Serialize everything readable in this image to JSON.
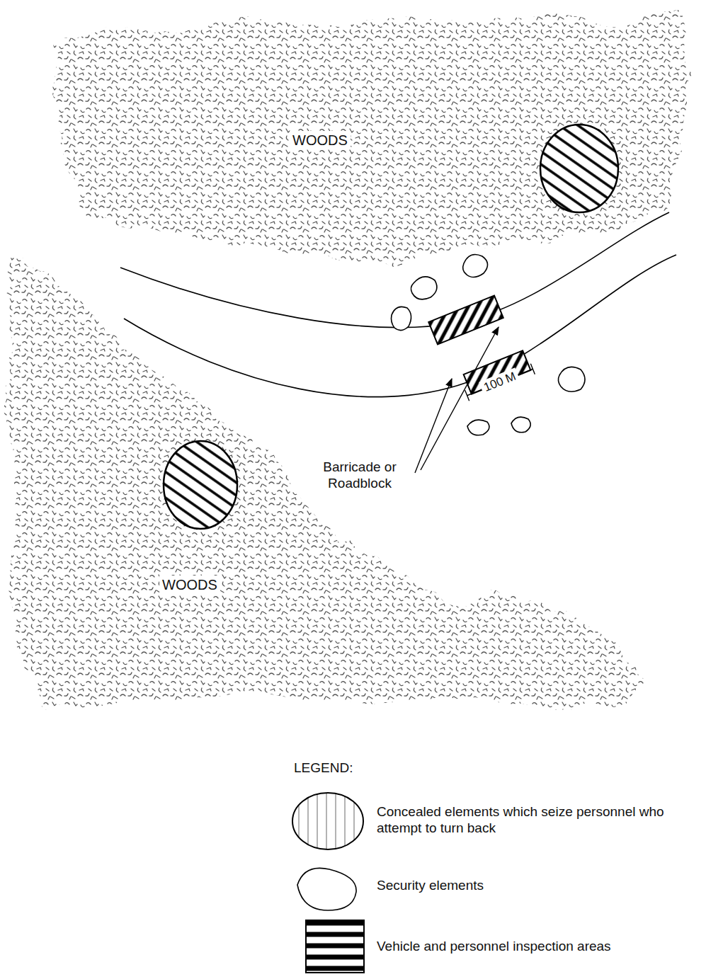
{
  "diagram": {
    "labels": [
      "WOODS",
      "WOODS",
      "100 M",
      "Barricade or Roadblock",
      "LEGEND:"
    ],
    "legend": [
      {
        "text": "Concealed elements which seize personnel who attempt to turn back"
      },
      {
        "text": "Security elements"
      },
      {
        "text": "Vehicle and personnel inspection areas"
      }
    ]
  }
}
